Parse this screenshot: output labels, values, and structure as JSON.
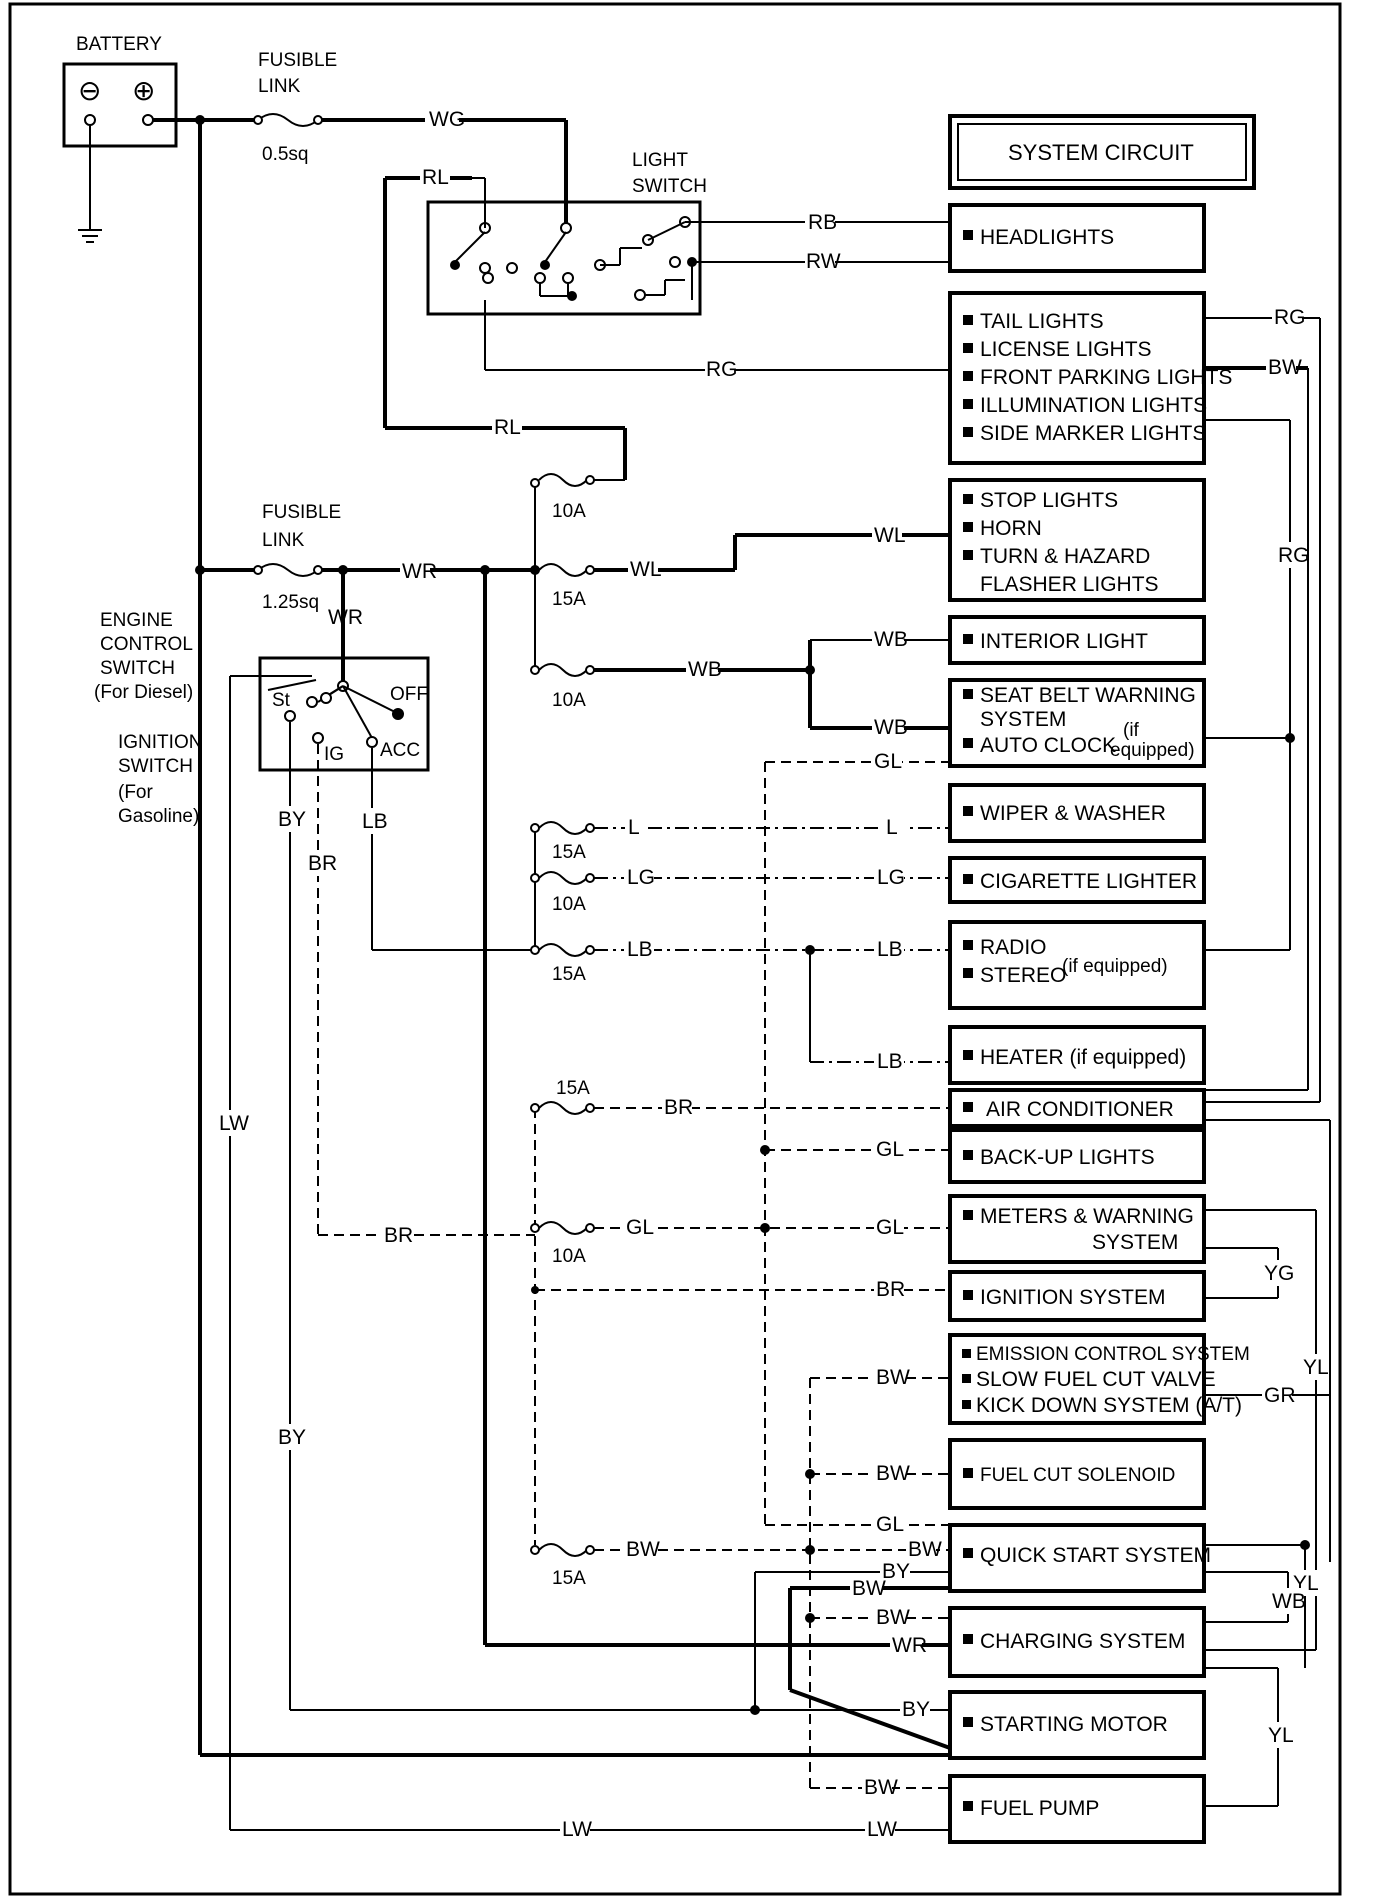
{
  "battery": {
    "label": "BATTERY",
    "neg": "⊖",
    "pos": "⊕"
  },
  "fusible_link_1": {
    "label_1": "FUSIBLE",
    "label_2": "LINK",
    "size": "0.5sq"
  },
  "fusible_link_2": {
    "label_1": "FUSIBLE",
    "label_2": "LINK",
    "size": "1.25sq"
  },
  "light_switch": {
    "label_1": "LIGHT",
    "label_2": "SWITCH"
  },
  "ignition": {
    "left_labels": [
      "ENGINE",
      "CONTROL",
      "SWITCH",
      "(For Diesel)",
      "IGNITION",
      "SWITCH",
      "(For",
      "Gasoline)"
    ],
    "positions": {
      "st": "St",
      "ig": "IG",
      "off": "OFF",
      "acc": "ACC"
    }
  },
  "title": "SYSTEM CIRCUIT",
  "systems": {
    "headlights": "HEADLIGHTS",
    "lights_group": [
      "TAIL  LIGHTS",
      "LICENSE  LIGHTS",
      "FRONT  PARKING  LIGHTS",
      "ILLUMINATION  LIGHTS",
      "SIDE  MARKER  LIGHTS"
    ],
    "stop_group": [
      "STOP  LIGHTS",
      "HORN",
      "TURN  &  HAZARD",
      "FLASHER  LIGHTS"
    ],
    "interior": "INTERIOR  LIGHT",
    "seatbelt": [
      "SEAT  BELT  WARNING",
      "SYSTEM",
      "AUTO  CLOCK"
    ],
    "seatbelt_note": [
      "(if",
      "equipped)"
    ],
    "wiper": "WIPER  &  WASHER",
    "cigarette": "CIGARETTE  LIGHTER",
    "radio": [
      "RADIO",
      "STEREO"
    ],
    "radio_note": "(if equipped)",
    "heater": "HEATER  (if equipped)",
    "aircon": "AIR  CONDITIONER",
    "backup": "BACK-UP  LIGHTS",
    "meters": [
      "METERS  &  WARNING",
      "SYSTEM"
    ],
    "ignition_system": "IGNITION  SYSTEM",
    "emission": [
      "EMISSION CONTROL SYSTEM",
      "SLOW FUEL CUT VALVE",
      "KICK DOWN SYSTEM (A/T)"
    ],
    "fuel_cut": "FUEL  CUT  SOLENOID",
    "quick_start": "QUICK  START  SYSTEM",
    "charging": "CHARGING  SYSTEM",
    "starting": "STARTING  MOTOR",
    "fuel_pump": "FUEL  PUMP"
  },
  "fuses": {
    "f1": "10A",
    "f2": "15A",
    "f3": "10A",
    "f4": "15A",
    "f5": "10A",
    "f6": "15A",
    "f7": "15A",
    "f8": "10A",
    "f9": "15A"
  },
  "wires": {
    "wg": "WG",
    "rl": "RL",
    "rl2": "RL",
    "rb": "RB",
    "rw": "RW",
    "rg": "RG",
    "rg_r1": "RG",
    "bw_r": "BW",
    "rg_r2": "RG",
    "wr": "WR",
    "wr_v": "WR",
    "wl": "WL",
    "wl2": "WL",
    "wb": "WB",
    "wb2": "WB",
    "wb3": "WB",
    "gl_top": "GL",
    "by": "BY",
    "br": "BR",
    "lb": "LB",
    "l1": "L",
    "l2": "L",
    "lg1": "LG",
    "lg2": "LG",
    "lb1": "LB",
    "lb2": "LB",
    "lb3": "LB",
    "br1": "BR",
    "gl1": "GL",
    "br2": "BR",
    "gl2": "GL",
    "gl3": "GL",
    "br3": "BR",
    "lw": "LW",
    "by2": "BY",
    "yg": "YG",
    "yl": "YL",
    "gr": "GR",
    "bw1": "BW",
    "bw2": "BW",
    "gl4": "GL",
    "bw3": "BW",
    "bw4": "BW",
    "by3": "BY",
    "bw5": "BW",
    "yl2": "YL",
    "wb_r": "WB",
    "bw6": "BW",
    "wr2": "WR",
    "by4": "BY",
    "yl3": "YL",
    "bw7": "BW",
    "lw2": "LW",
    "lw3": "LW"
  }
}
